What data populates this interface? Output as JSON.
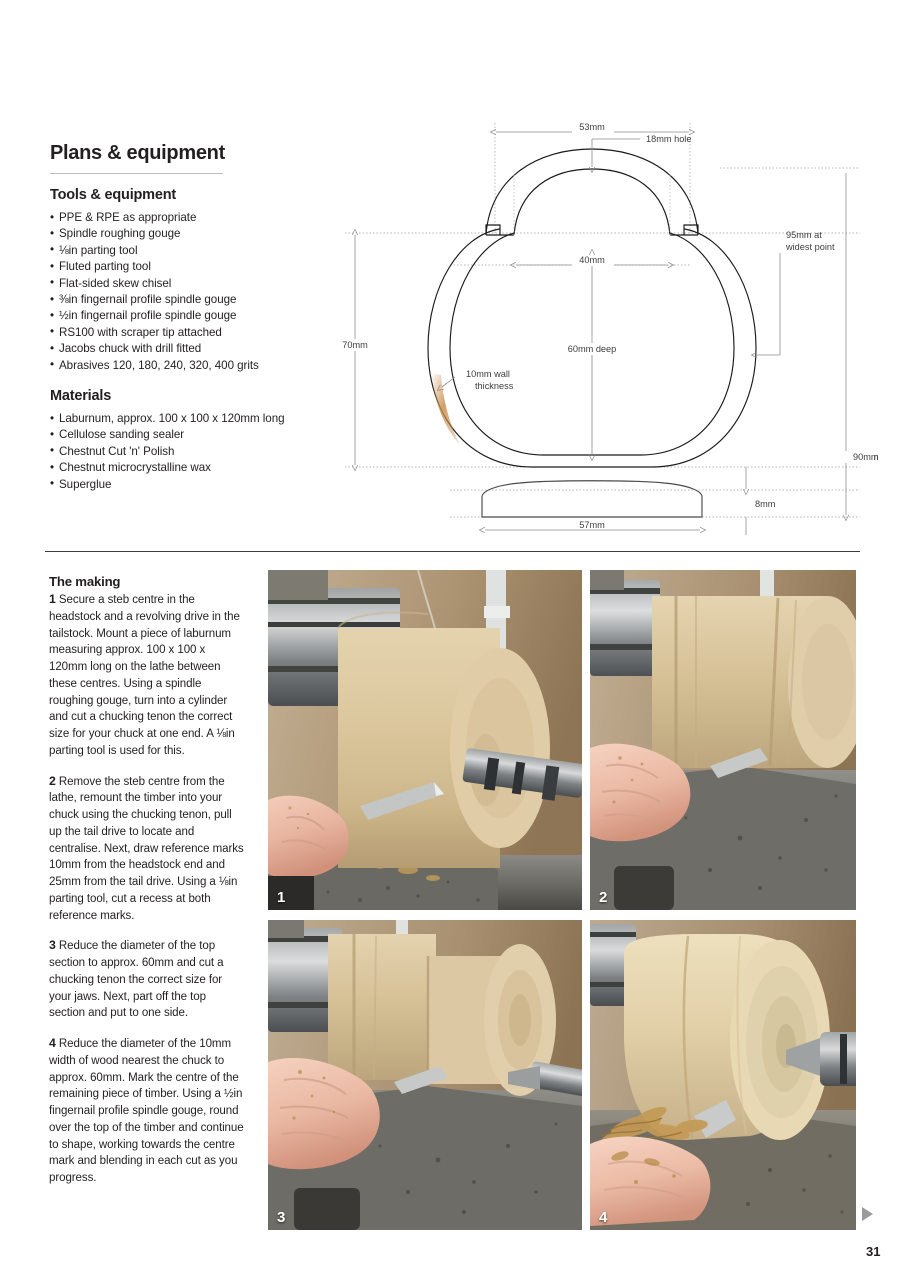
{
  "plans": {
    "title": "Plans & equipment",
    "tools_heading": "Tools & equipment",
    "tools": [
      "PPE & RPE as appropriate",
      "Spindle roughing gouge",
      "⅛in parting tool",
      "Fluted parting tool",
      "Flat-sided skew chisel",
      "⅜in fingernail profile spindle gouge",
      "½in fingernail profile spindle gouge",
      "RS100 with scraper tip attached",
      "Jacobs chuck with drill fitted",
      "Abrasives 120, 180, 240, 320, 400 grits"
    ],
    "materials_heading": "Materials",
    "materials": [
      "Laburnum, approx. 100 x 100 x 120mm long",
      "Cellulose sanding sealer",
      "Chestnut Cut 'n' Polish",
      "Chestnut microcrystalline wax",
      "Superglue"
    ]
  },
  "drawing": {
    "labels": {
      "width_top": "53mm",
      "hole": "18mm hole",
      "opening": "40mm",
      "widest": "95mm at",
      "widest2": "widest point",
      "height_body": "70mm",
      "depth": "60mm deep",
      "wall": "10mm wall",
      "wall2": "thickness",
      "total_height": "90mm",
      "base_height": "8mm",
      "base_width": "57mm"
    },
    "colors": {
      "outline": "#1a1a1a",
      "dimension": "#8d8d8d",
      "wood_wedge": "#c98f4e"
    }
  },
  "making": {
    "heading": "The making",
    "steps": [
      {
        "num": "1",
        "text": "Secure a steb centre in the headstock and a revolving drive in the tailstock. Mount a piece of laburnum measuring approx. 100 x 100 x 120mm long on the lathe between these centres. Using a spindle roughing gouge, turn into a cylinder and cut a chucking tenon the correct size for your chuck at one end. A ⅛in parting tool is used for this."
      },
      {
        "num": "2",
        "text": "Remove the steb centre from the lathe, remount the timber into your chuck using the chucking tenon, pull up the tail drive to locate and centralise. Next, draw reference marks 10mm from the headstock end and 25mm from the tail drive. Using a ⅛in parting tool, cut a recess at both reference marks."
      },
      {
        "num": "3",
        "text": "Reduce the diameter of the top section to approx. 60mm and cut a chucking tenon the correct size for your jaws. Next, part off the top section and put to one side."
      },
      {
        "num": "4",
        "text": "Reduce the diameter of the 10mm width of wood nearest the chuck to approx. 60mm. Mark the centre of the remaining piece of timber. Using a ½in fingernail profile spindle gouge, round over the top of the timber and continue to shape, working towards the centre mark and blending in each cut as you progress."
      }
    ]
  },
  "photos": [
    {
      "badge": "1",
      "caption": "lathe turning cylinder with parting tool"
    },
    {
      "badge": "2",
      "caption": "cylinder remounted in chuck with recess cuts"
    },
    {
      "badge": "3",
      "caption": "reducing diameter of top section"
    },
    {
      "badge": "4",
      "caption": "rounding over top of timber with shavings"
    }
  ],
  "footer": {
    "page_number": "31",
    "arrow": "next-page-arrow"
  }
}
